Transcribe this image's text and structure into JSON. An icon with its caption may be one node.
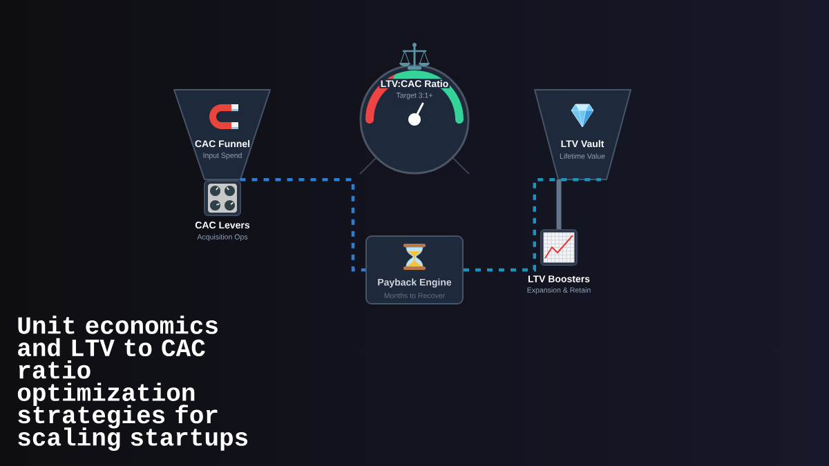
{
  "diagram": {
    "title": "Unit economics and LTV to CAC ratio optimization strategies for scaling startups",
    "nodes": [
      {
        "text": [
          "CAC Funnel",
          "Input Spend"
        ]
      },
      {
        "text": [
          "CAC Levers",
          "Acquisition Ops"
        ]
      },
      {
        "text": [
          "LTV:CAC Ratio",
          "Target 3:1+"
        ]
      },
      {
        "text": [
          "Payback Engine",
          "Months to Recover"
        ]
      },
      {
        "text": [
          "LTV Vault",
          "Lifetime Value"
        ]
      },
      {
        "text": [
          "LTV Boosters",
          "Expansion & Retain"
        ]
      }
    ],
    "edges": [
      {
        "from": 0,
        "to": 3,
        "arrow": "none",
        "style": "dashed",
        "color": "#2f7dd1"
      },
      {
        "from": 3,
        "to": 4,
        "arrow": "none",
        "style": "dashed",
        "color": "#1c92bd"
      },
      {
        "from": 4,
        "to": 5,
        "arrow": "none",
        "color": "#64748b"
      }
    ]
  }
}
